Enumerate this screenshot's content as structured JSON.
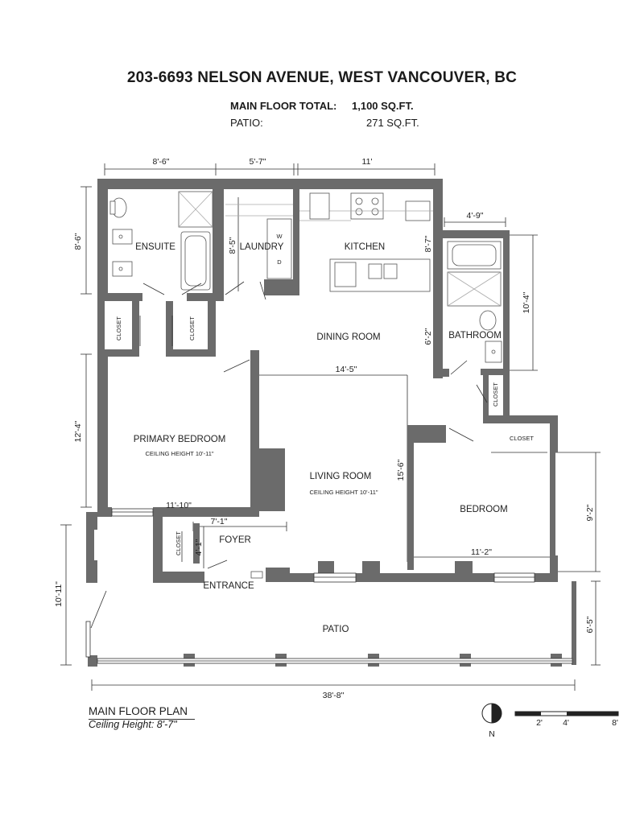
{
  "header": {
    "address": "203-6693 NELSON AVENUE, WEST VANCOUVER, BC",
    "main_floor_label": "MAIN FLOOR TOTAL:",
    "main_floor_value": "1,100 SQ.FT.",
    "patio_label": "PATIO:",
    "patio_value": "271 SQ.FT."
  },
  "rooms": {
    "ensuite": "ENSUITE",
    "laundry": "LAUNDRY",
    "kitchen": "KITCHEN",
    "bathroom": "BATHROOM",
    "closet_1": "CLOSET",
    "closet_2": "CLOSET",
    "closet_3": "CLOSET",
    "closet_4": "CLOSET",
    "closet_5": "CLOSET",
    "dining_room": "DINING ROOM",
    "primary_bedroom": "PRIMARY BEDROOM",
    "primary_ceiling": "CEILING HEIGHT 10'-11\"",
    "living_room": "LIVING ROOM",
    "living_ceiling": "CEILING HEIGHT 10'-11\"",
    "bedroom": "BEDROOM",
    "foyer": "FOYER",
    "entrance": "ENTRANCE",
    "patio": "PATIO",
    "washer": "W",
    "dryer": "D"
  },
  "dimensions": {
    "top_ensuite": "8'-6\"",
    "top_laundry": "5'-7\"",
    "top_kitchen": "11'",
    "bath_width": "4'-9\"",
    "left_ensuite": "8'-6\"",
    "laundry_depth": "8'-5\"",
    "kitchen_depth": "8'-7\"",
    "bath_depth": "10'-4\"",
    "dining_depth": "6'-2\"",
    "living_width": "14'-5\"",
    "left_primary": "12'-4\"",
    "living_depth": "15'-6\"",
    "primary_width": "11'-10\"",
    "foyer_width": "7'-1\"",
    "foyer_depth": "4'-1\"",
    "bedroom_depth": "9'-2\"",
    "bedroom_width": "11'-2\"",
    "left_patio": "10'-11\"",
    "patio_depth": "6'-5\"",
    "overall_width": "38'-8\""
  },
  "footer": {
    "plan_title": "MAIN FLOOR PLAN",
    "ceiling_height": "Ceiling Height: 8'-7\"",
    "north": "N",
    "scale_2": "2'",
    "scale_4": "4'",
    "scale_8": "8'"
  }
}
